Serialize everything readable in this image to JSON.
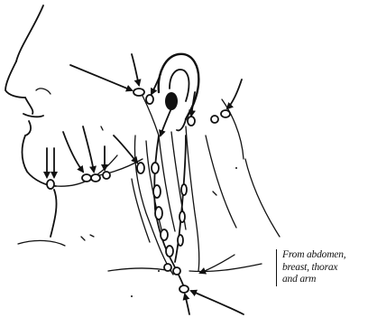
{
  "annotation": {
    "lines": [
      "From abdomen,",
      "breast, thorax",
      "and arm"
    ]
  }
}
